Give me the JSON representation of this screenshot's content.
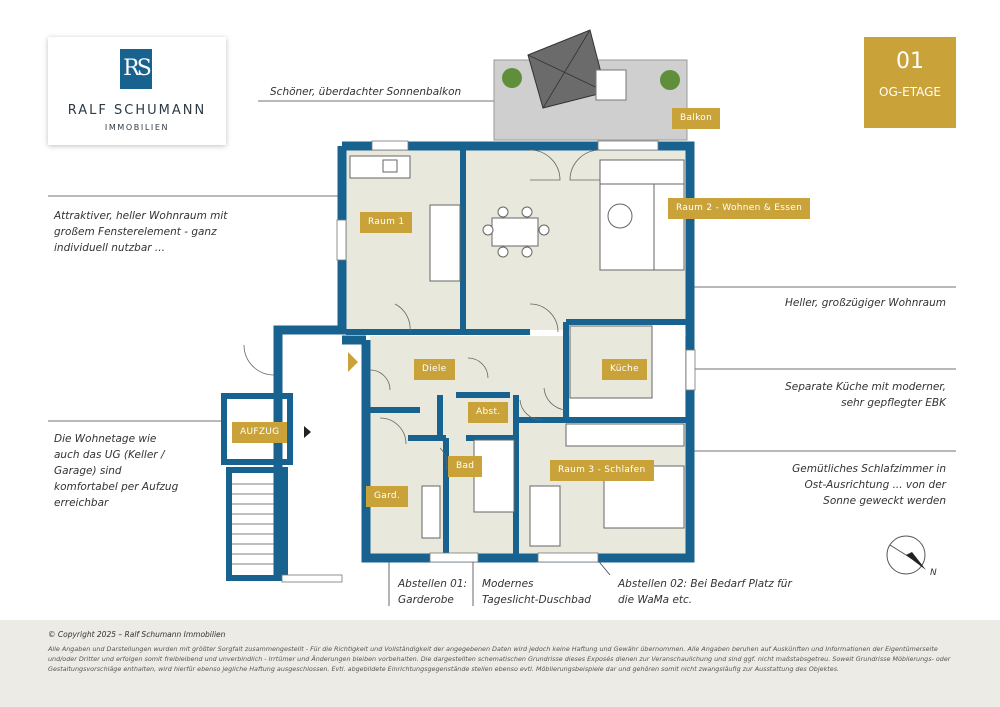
{
  "logo": {
    "mark": "RS",
    "name": "RALF SCHUMANN",
    "sub": "IMMOBILIEN"
  },
  "etage": {
    "number": "01",
    "label": "OG-ETAGE"
  },
  "rooms": {
    "balkon": "Balkon",
    "raum1": "Raum 1",
    "raum2": "Raum 2 - Wohnen & Essen",
    "diele": "Diele",
    "kueche": "Küche",
    "abst": "Abst.",
    "aufzug": "AUFZUG",
    "bad": "Bad",
    "raum3": "Raum 3 - Schlafen",
    "gard": "Gard."
  },
  "notes": {
    "balkon": "Schöner, überdachter Sonnenbalkon",
    "raum1": "Attraktiver, heller Wohnraum mit großem Fensterelement - ganz individuell nutzbar ...",
    "wohnen": "Heller, großzügiger Wohnraum",
    "kueche": "Separate Küche mit moderner, sehr gepflegter EBK",
    "schlafen": "Gemütliches Schlafzimmer in Ost-Ausrichtung ... von der Sonne geweckt werden",
    "aufzug": "Die Wohnetage wie auch das UG (Keller / Garage) sind komfortabel per Aufzug erreichbar",
    "abstellen1": "Abstellen 01: Garderobe",
    "bad": "Modernes Tageslicht-Duschbad",
    "abstellen2": "Abstellen 02: Bei Bedarf Platz für die WaMa etc."
  },
  "compass": "N",
  "footer": {
    "copyright": "© Copyright 2025 – Ralf Schumann Immobilien",
    "disclaimer": "Alle Angaben und Darstellungen wurden mit größter Sorgfalt zusammengestellt - Für die Richtigkeit und Vollständigkeit der angegebenen Daten wird jedoch keine Haftung und Gewähr übernommen. Alle Angaben beruhen auf Auskünften und Informationen der Eigentümerseite und/oder Dritter und erfolgen somit freibleibend und unverbindlich - Irrtümer und Änderungen bleiben vorbehalten. Die dargestellten schematischen Grundrisse dieses Exposés dienen zur Veranschaulichung und sind ggf. nicht maßstabsgetreu. Soweit Grundrisse Möblierungs- oder Gestaltungsvorschläge enthalten, wird hierfür ebenso jegliche Haftung ausgeschlossen. Evtl. abgebildete Einrichtungsgegenstände stellen ebenso evtl. Möblierungsbeispiele dar und gehören somit nicht zwangsläufig zur Ausstattung des Objektes."
  },
  "colors": {
    "wall": "#17628f",
    "floor": "#e9e8dc",
    "accent": "#c9a33a"
  }
}
